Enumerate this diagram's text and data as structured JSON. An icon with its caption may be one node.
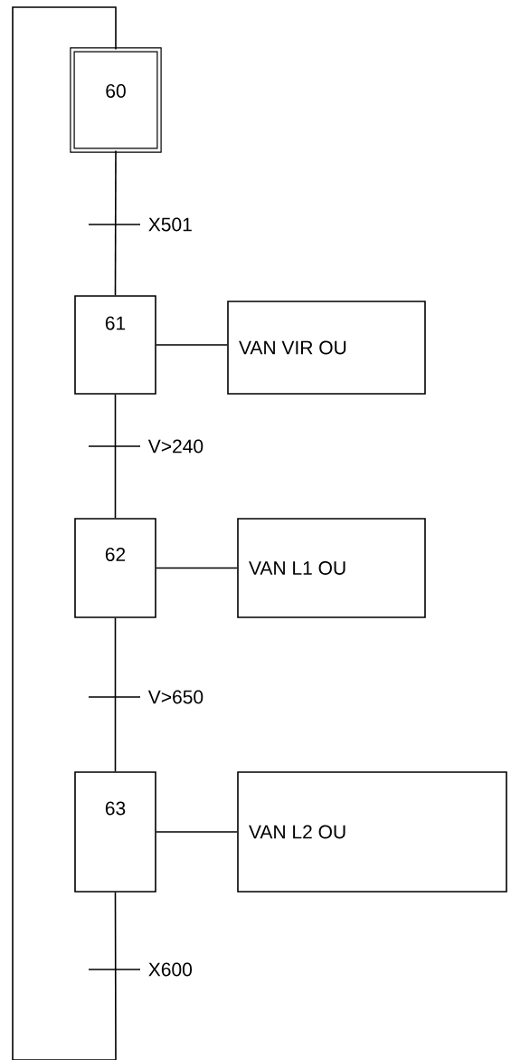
{
  "diagram": {
    "nodes": [
      {
        "text": [
          "60"
        ]
      },
      {
        "text": [
          "61"
        ]
      },
      {
        "text": [
          "VAN VIR OU"
        ]
      },
      {
        "text": [
          "62"
        ]
      },
      {
        "text": [
          "VAN L1 OU"
        ]
      },
      {
        "text": [
          "63"
        ]
      },
      {
        "text": [
          "VAN L2 OU"
        ]
      }
    ],
    "edges": [
      {
        "from": 0,
        "to": 1,
        "arrow": "none",
        "label": "X501"
      },
      {
        "from": 1,
        "to": 2,
        "arrow": "none"
      },
      {
        "from": 1,
        "to": 3,
        "arrow": "none",
        "label": "V>240"
      },
      {
        "from": 3,
        "to": 4,
        "arrow": "none"
      },
      {
        "from": 3,
        "to": 5,
        "arrow": "none",
        "label": "V>650"
      },
      {
        "from": 5,
        "to": 6,
        "arrow": "none"
      },
      {
        "from": 5,
        "to": 0,
        "arrow": "none",
        "label": "X600"
      }
    ]
  }
}
